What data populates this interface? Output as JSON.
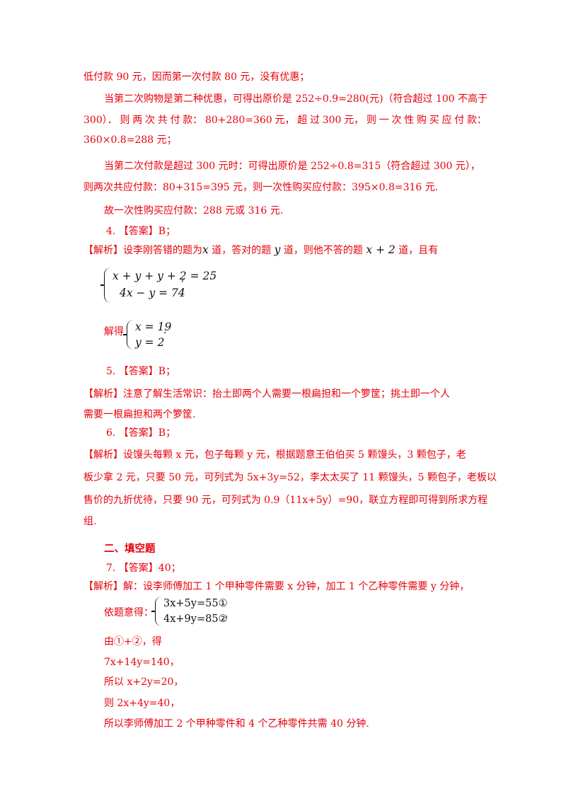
{
  "lines": {
    "l1": "低付款 90 元，因而第一次付款 80 元，没有优惠；",
    "l2": "当第二次购物是第二种优惠，可得出原价是 252÷0.9=280(元)（符合超过 100 不高于",
    "l3_parts": [
      "300）．",
      "则",
      "两",
      "次",
      "共",
      "付",
      "款：",
      "80+280=360",
      "元，",
      "超",
      "过",
      "300",
      "元，",
      "则",
      "一",
      "次",
      "性",
      "购",
      "买",
      "应",
      "付",
      "款："
    ],
    "l4": "360×0.8=288 元；",
    "l5": "当第二次付款是超过 300 元时：可得出原价是 252÷0.8=315（符合超过 300 元），",
    "l6": "则两次共应付款：80+315=395 元，则一次性购买应付款：395×0.8=316 元.",
    "l7": "故一次性购买应付款：288 元或 316 元."
  },
  "q4": {
    "answer": "4.  【答案】B；",
    "analysis_a": "【解析】设李刚答错的题为",
    "var_x": "x",
    "analysis_b": " 道，答对的题 ",
    "var_y": "y",
    "analysis_c": " 道，则他不答的题 ",
    "var_x2": "x + 2",
    "analysis_d": " 道，且有",
    "eq1": "x + y + y + 2 = 25",
    "eq2": "4x − y = 74",
    "comma": ",",
    "solve_label": "解得",
    "sol1": "x = 19",
    "sol2": "y = 2",
    "period": "."
  },
  "q5": {
    "answer": "5.  【答案】B；",
    "analysis_1": "【解析】注意了解生活常识：抬土即两个人需要一根扁担和一个箩筐；挑土即一个人",
    "analysis_2": "需要一根扁担和两个箩筐."
  },
  "q6": {
    "answer": "6.  【答案】B；",
    "analysis_1": "【解析】设馒头每颗 x 元，包子每颗 y 元，根据题意王伯伯买 5 颗馒头，3 颗包子，老",
    "analysis_2": "板少拿 2 元，只要 50 元，可列式为 5x+3y=52，李太太买了 11 颗馒头，5 颗包子，老板以",
    "analysis_3": "售价的九折优待，只要 90 元，可列式为 0.9（11x+5y）=90，联立方程即可得到所求方程",
    "analysis_4": "组."
  },
  "section2": "二、填空题",
  "q7": {
    "answer": "7.  【答案】40；",
    "analysis_1": "【解析】解：设李师傅加工 1 个甲种零件需要 x 分钟，加工 1 个乙种零件需要 y 分钟，",
    "setup_label": "依题意得：",
    "eq1": "3x+5y=55①",
    "eq2": "4x+9y=85②",
    "comma": ",",
    "step1": "由①+②，得",
    "step2": "7x+14y=140，",
    "step3": "所以 x+2y=20，",
    "step4": "则 2x+4y=40，",
    "step5": "所以李师傅加工 2 个甲种零件和 4 个乙种零件共需 40 分钟."
  }
}
